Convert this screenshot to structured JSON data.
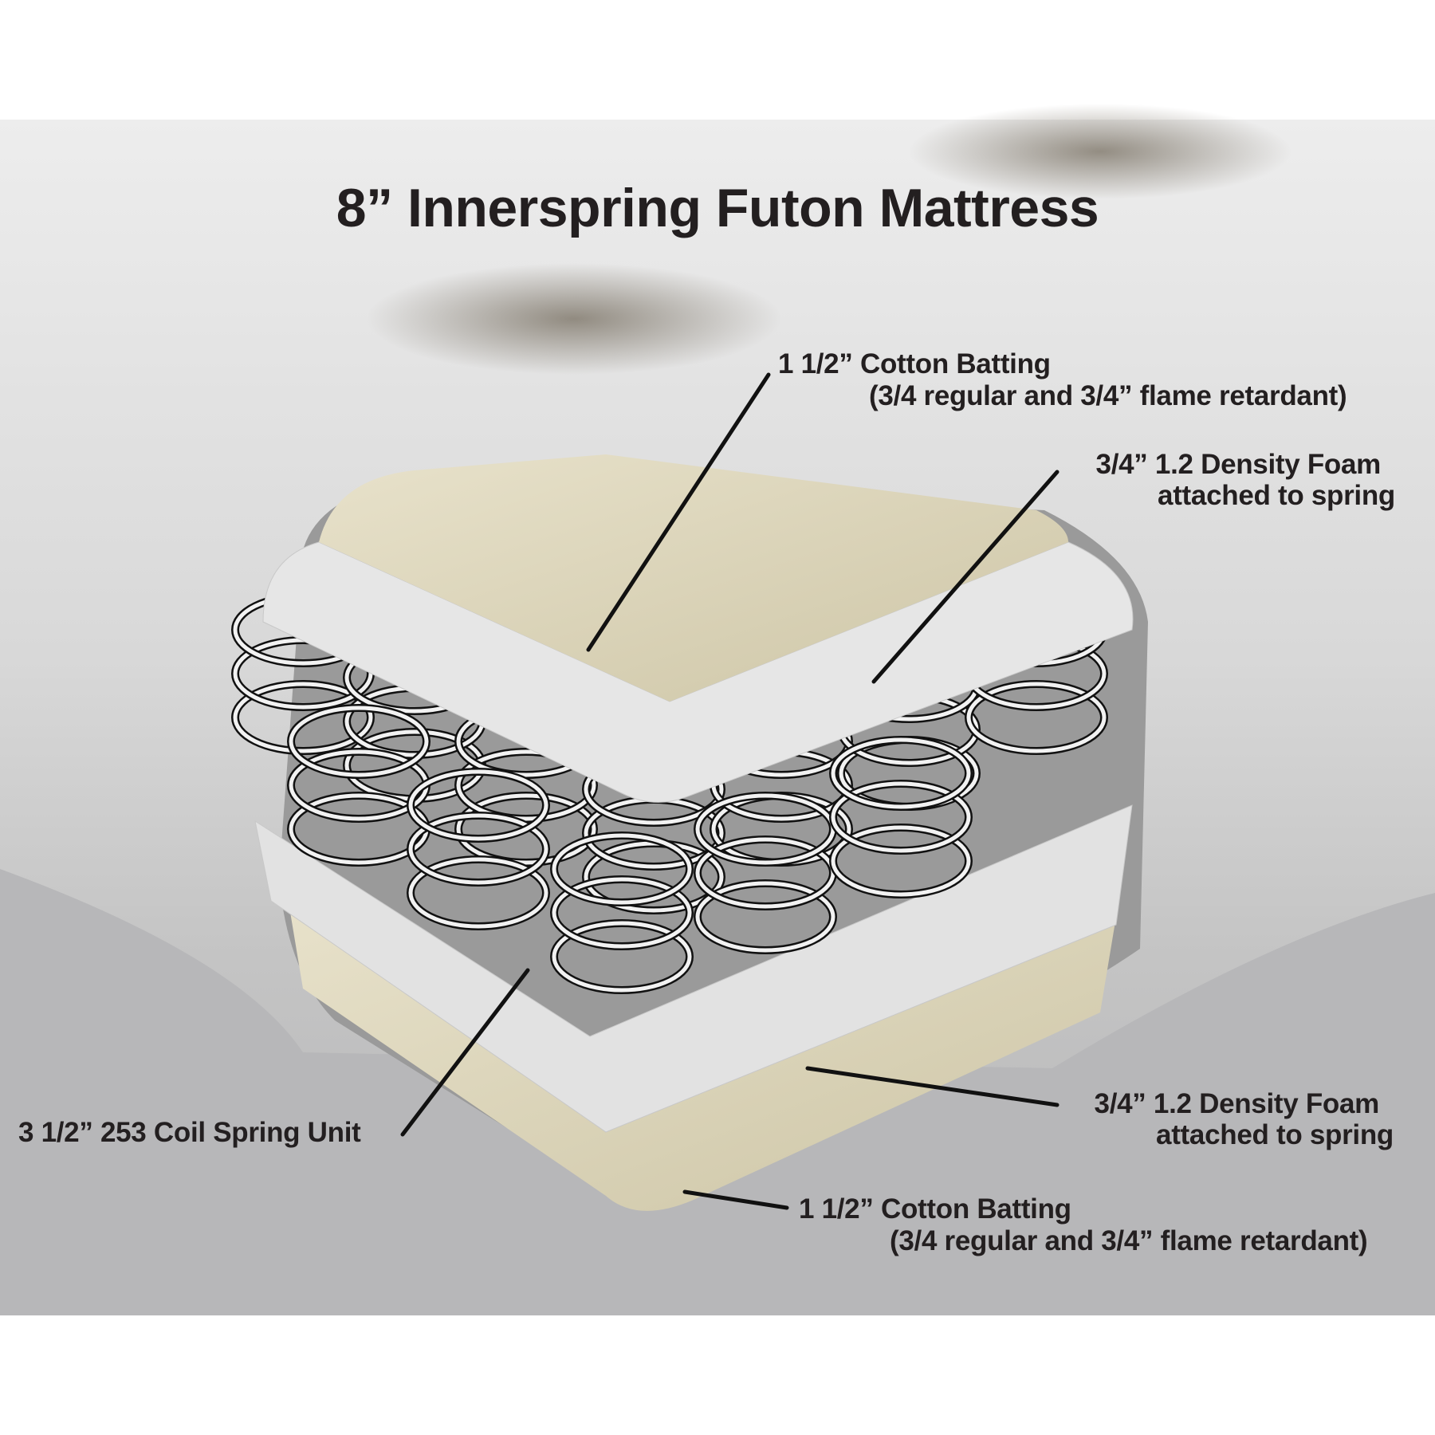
{
  "title": "8” Innerspring Futon Mattress",
  "labels": {
    "top_cotton": {
      "line1": "1 1/2” Cotton Batting",
      "line2": "(3/4 regular and 3/4” flame retardant)"
    },
    "top_foam": {
      "line1": "3/4” 1.2 Density Foam",
      "line2": "attached to spring"
    },
    "coil": {
      "line1": "3 1/2” 253 Coil Spring Unit"
    },
    "bottom_foam": {
      "line1": "3/4” 1.2 Density Foam",
      "line2": "attached to spring"
    },
    "bottom_cotton": {
      "line1": "1 1/2” Cotton Batting",
      "line2": "(3/4 regular and 3/4” flame retardant)"
    }
  },
  "colors": {
    "cotton": "#d9d2b8",
    "foam": "#e4e4e4",
    "background": "#b7b7b9",
    "text": "#231f20"
  }
}
